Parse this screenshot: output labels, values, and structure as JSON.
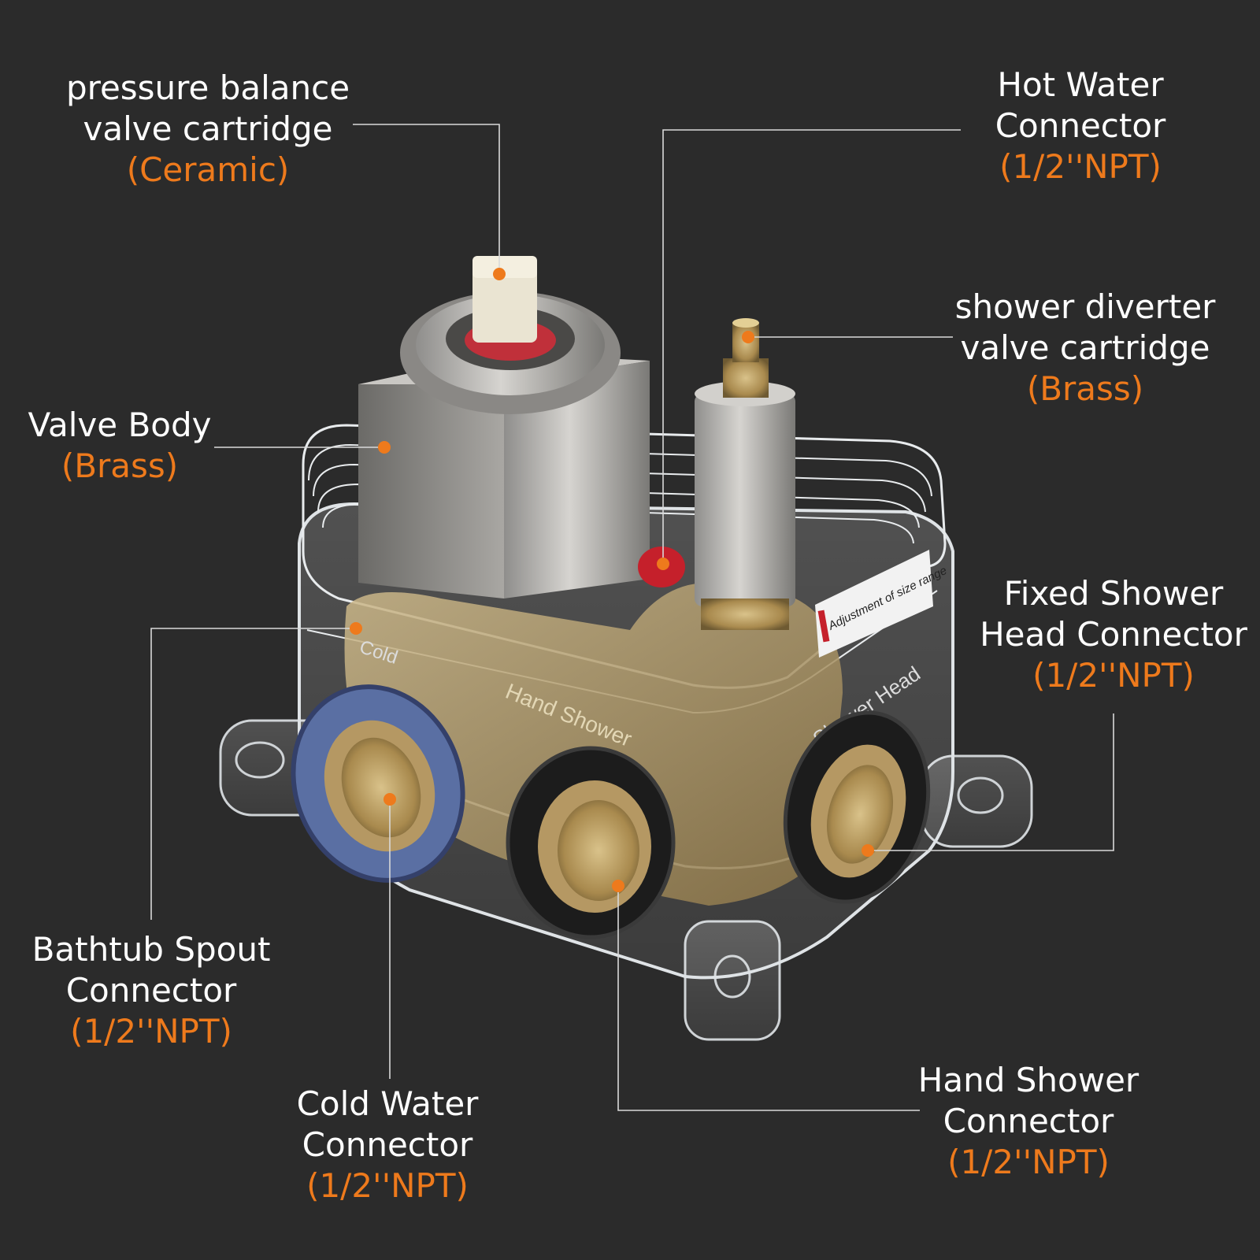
{
  "theme": {
    "background": "#2b2b2b",
    "text": "#ffffff",
    "accent": "#ee7a1c",
    "leader": "#d9d9d9"
  },
  "callouts": {
    "pressure_cartridge": {
      "line1": "pressure balance",
      "line2": "valve cartridge",
      "spec": "(Ceramic)"
    },
    "hot_water": {
      "line1": "Hot Water",
      "line2": "Connector",
      "spec": "(1/2''NPT)"
    },
    "diverter_cartridge": {
      "line1": "shower diverter",
      "line2": "valve cartridge",
      "spec": "(Brass)"
    },
    "valve_body": {
      "line1": "Valve Body",
      "spec": "(Brass)"
    },
    "fixed_shower": {
      "line1": "Fixed Shower",
      "line2": "Head Connector",
      "spec": "(1/2''NPT)"
    },
    "bathtub_spout": {
      "line1": "Bathtub Spout",
      "line2": "Connector",
      "spec": "(1/2''NPT)"
    },
    "cold_water": {
      "line1": "Cold Water",
      "line2": "Connector",
      "spec": "(1/2''NPT)"
    },
    "hand_shower": {
      "line1": "Hand Shower",
      "line2": "Connector",
      "spec": "(1/2''NPT)"
    }
  },
  "housing_markings": {
    "cold": "Cold",
    "hand_shower": "Hand Shower",
    "shower_head": "Shower Head",
    "sticker": "Adjustment of size range"
  }
}
